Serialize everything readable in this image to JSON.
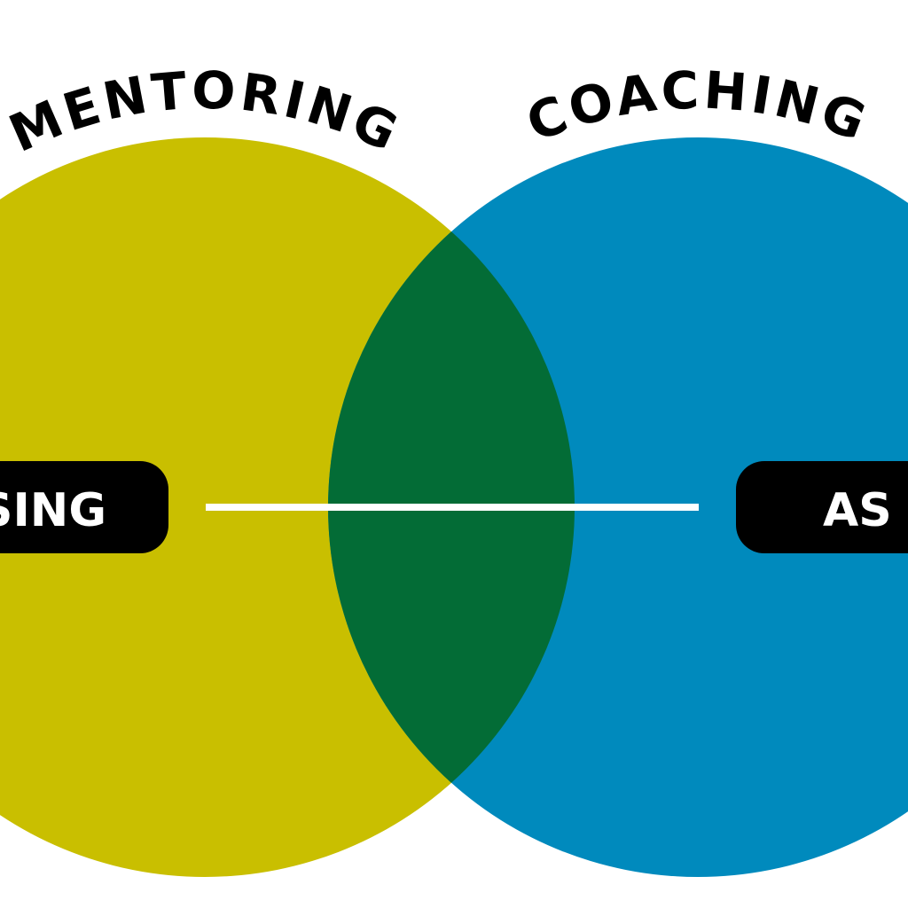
{
  "diagram": {
    "type": "venn",
    "left_circle": {
      "label": "MENTORING",
      "pill_label": "SING",
      "color": "#C9BF00"
    },
    "right_circle": {
      "label": "COACHING",
      "pill_label": "AS",
      "color": "#008ABD"
    },
    "overlap_color": "#036C36",
    "pill_color": "#000000",
    "connector_color": "#FFFFFF"
  }
}
